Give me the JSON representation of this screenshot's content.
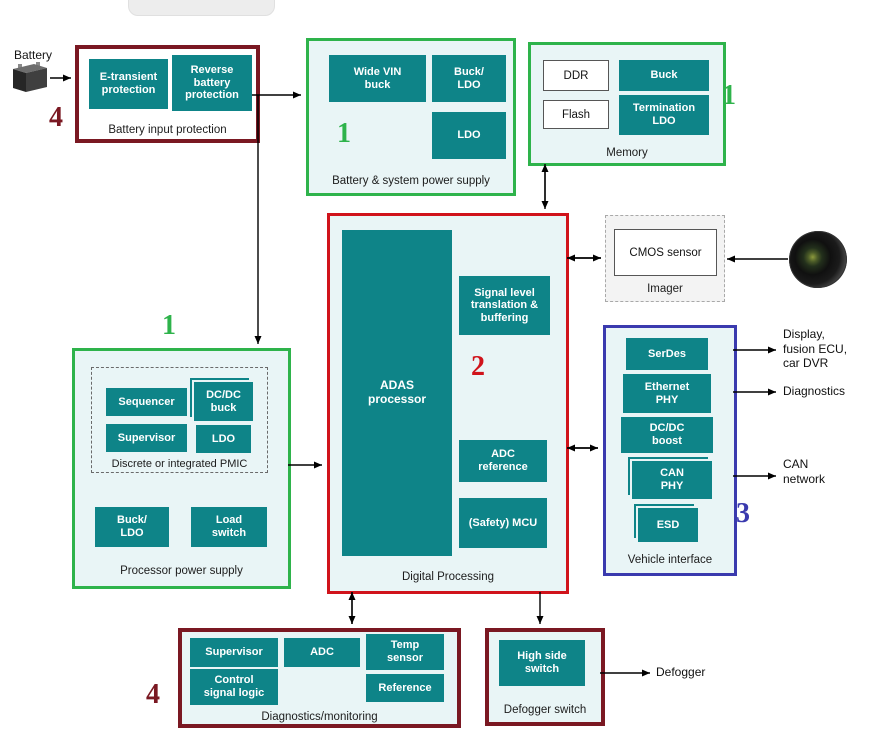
{
  "colors": {
    "teal": "#0e8488",
    "green": "#2eb34b",
    "red": "#d0131b",
    "maroon": "#7a1822",
    "blue": "#3a3aae",
    "panel_bg": "#e9f5f6"
  },
  "battery": {
    "label": "Battery"
  },
  "battery_input_protection": {
    "number": "4",
    "caption": "Battery input protection",
    "e_transient": "E-transient\nprotection",
    "reverse_battery": "Reverse\nbattery\nprotection"
  },
  "battery_system_power": {
    "number": "1",
    "caption": "Battery & system power supply",
    "wide_vin_buck": "Wide VIN\nbuck",
    "buck_ldo": "Buck/\nLDO",
    "ldo": "LDO"
  },
  "memory": {
    "number": "1",
    "caption": "Memory",
    "ddr": "DDR",
    "flash": "Flash",
    "buck": "Buck",
    "termination_ldo": "Termination\nLDO"
  },
  "imager": {
    "caption": "Imager",
    "cmos_sensor": "CMOS sensor"
  },
  "digital_processing": {
    "number": "2",
    "caption": "Digital Processing",
    "adas_processor": "ADAS\nprocessor",
    "signal_level": "Signal level\ntranslation &\nbuffering",
    "adc_reference": "ADC\nreference",
    "safety_mcu": "(Safety) MCU"
  },
  "processor_power_supply": {
    "number": "1",
    "caption": "Processor power supply",
    "pmic_caption": "Discrete or integrated PMIC",
    "sequencer": "Sequencer",
    "dcdc_buck": "DC/DC\nbuck",
    "supervisor": "Supervisor",
    "ldo": "LDO",
    "buck_ldo": "Buck/\nLDO",
    "load_switch": "Load\nswitch"
  },
  "vehicle_interface": {
    "number": "3",
    "caption": "Vehicle interface",
    "serdes": "SerDes",
    "ethernet_phy": "Ethernet\nPHY",
    "dcdc_boost": "DC/DC\nboost",
    "can_phy": "CAN\nPHY",
    "esd": "ESD"
  },
  "diagnostics_monitoring": {
    "number": "4",
    "caption": "Diagnostics/monitoring",
    "supervisor": "Supervisor",
    "adc": "ADC",
    "temp_sensor": "Temp\nsensor",
    "control_signal_logic": "Control\nsignal logic",
    "reference": "Reference"
  },
  "defogger_switch": {
    "caption": "Defogger switch",
    "high_side_switch": "High side\nswitch"
  },
  "annotations": {
    "display_targets": "Display,\nfusion ECU,\ncar DVR",
    "diagnostics": "Diagnostics",
    "can_network": "CAN\nnetwork",
    "defogger": "Defogger"
  }
}
